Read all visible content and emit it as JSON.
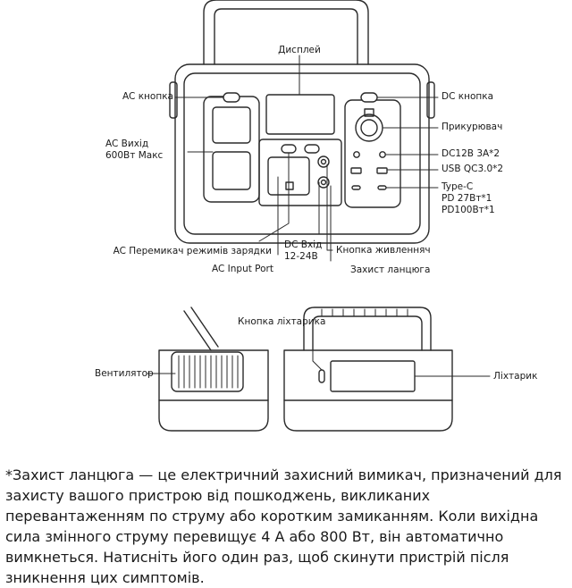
{
  "labels": {
    "display": "Дисплей",
    "ac_button": "AC кнопка",
    "ac_output_line1": "AC Вихід",
    "ac_output_line2": "600Вт Макс",
    "dc_button": "DC кнопка",
    "cigarette_lighter": "Прикурювач",
    "dc12v": "DC12B 3A*2",
    "usb_qc": "USB QC3.0*2",
    "typec_line1": "Type-C",
    "typec_line2": "PD 27Вт*1",
    "typec_line3": "PD100Вт*1",
    "ac_charge_switch": "AC Перемикач режимів зарядки",
    "dc_input_line1": "DC Вхід",
    "dc_input_line2": "12-24B",
    "power_button": "Кнопка живленняч",
    "ac_input_port": "AC Input Port",
    "circuit_protection": "Захист ланцюга",
    "flashlight_button": "Кнопка ліхтарика",
    "fan": "Вентилятор",
    "flashlight": "Ліхтарик"
  },
  "footnote": "*Захист ланцюга — це електричний захисний вимикач, призначений для захисту вашого пристрою від пошкоджень, викликаних перевантаженням по струму або коротким замиканням. Коли вихідна сила змінного струму перевищує 4 А або 800 Вт, він автоматично вимкнеться. Натисніть його один раз, щоб скинути пристрій після зникнення цих симптомів."
}
